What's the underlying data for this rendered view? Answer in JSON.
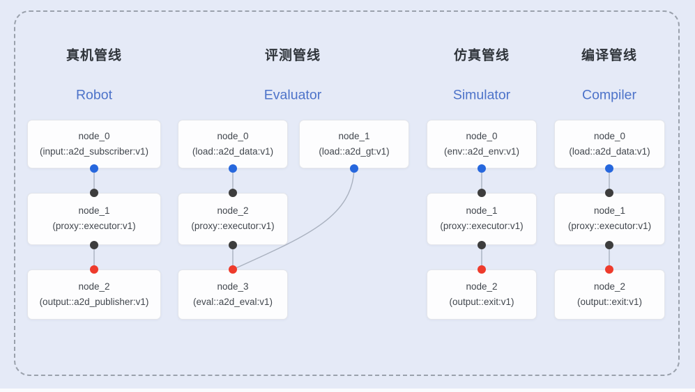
{
  "colors": {
    "background": "#e5eaf7",
    "dashed_border": "#9aa1ac",
    "box_bg": "#fdfdfe",
    "box_border": "#e3e5ea",
    "connector": "#a9b1bf",
    "dot_blue": "#2667dd",
    "dot_dark": "#3d3d3d",
    "dot_red": "#ee3b2c",
    "title_zh_color": "#2f343a",
    "title_en_color": "#4d73c9"
  },
  "pipelines": [
    {
      "title_zh": "真机管线",
      "title_en": "Robot",
      "nodes": [
        {
          "name": "node_0",
          "type": "(input::a2d_subscriber:v1)"
        },
        {
          "name": "node_1",
          "type": "(proxy::executor:v1)"
        },
        {
          "name": "node_2",
          "type": "(output::a2d_publisher:v1)"
        }
      ]
    },
    {
      "title_zh": "评测管线",
      "title_en": "Evaluator",
      "nodes": [
        {
          "name": "node_0",
          "type": "(load::a2d_data:v1)"
        },
        {
          "name": "node_1",
          "type": "(load::a2d_gt:v1)"
        },
        {
          "name": "node_2",
          "type": "(proxy::executor:v1)"
        },
        {
          "name": "node_3",
          "type": "(eval::a2d_eval:v1)"
        }
      ]
    },
    {
      "title_zh": "仿真管线",
      "title_en": "Simulator",
      "nodes": [
        {
          "name": "node_0",
          "type": "(env::a2d_env:v1)"
        },
        {
          "name": "node_1",
          "type": "(proxy::executor:v1)"
        },
        {
          "name": "node_2",
          "type": "(output::exit:v1)"
        }
      ]
    },
    {
      "title_zh": "编译管线",
      "title_en": "Compiler",
      "nodes": [
        {
          "name": "node_0",
          "type": "(load::a2d_data:v1)"
        },
        {
          "name": "node_1",
          "type": "(proxy::executor:v1)"
        },
        {
          "name": "node_2",
          "type": "(output::exit:v1)"
        }
      ]
    }
  ]
}
